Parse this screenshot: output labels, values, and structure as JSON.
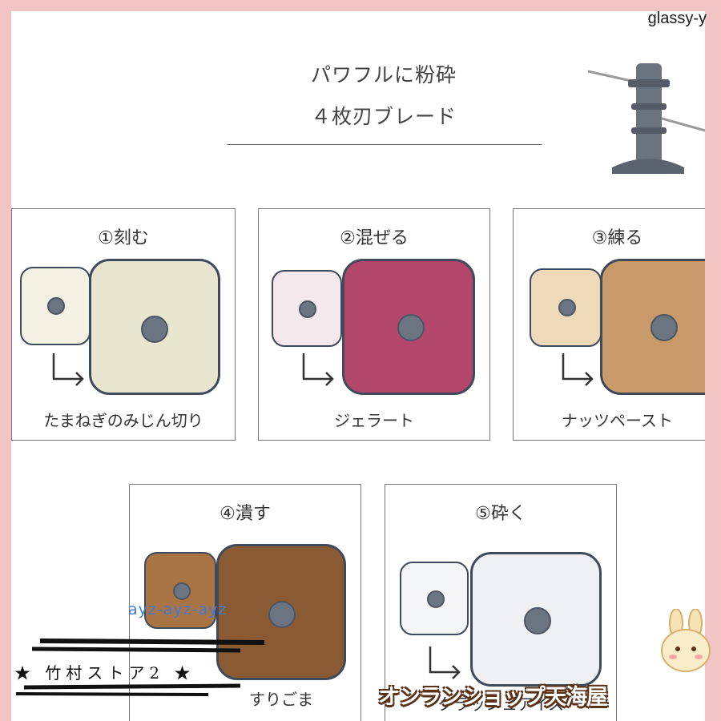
{
  "watermark": "glassy-y",
  "heading": {
    "line1": "パワフルに粉砕",
    "line2": "４枚刃ブレード"
  },
  "cards": [
    {
      "title": "①刻む",
      "caption": "たまねぎのみじん切り"
    },
    {
      "title": "②混ぜる",
      "caption": "ジェラート"
    },
    {
      "title": "③練る",
      "caption": "ナッツペースト"
    },
    {
      "title": "④潰す",
      "caption": "すりごま"
    },
    {
      "title": "⑤砕く",
      "caption": "クラッシュアイス"
    }
  ],
  "overlays": {
    "ayz_watermark": "ayz-ayz-ayz",
    "store_name": "★ 竹村ストア2 ★",
    "shop_sticker": "オンランショップ天海屋"
  },
  "colors": {
    "background_border": "#f3c4c4",
    "onion": "#e8e6cf",
    "gelato": "#b2466b",
    "nut_paste": "#c99a6a",
    "sesame": "#8a5a32",
    "ice": "#eef0f3",
    "bowl_outline": "#3f4a5a"
  }
}
